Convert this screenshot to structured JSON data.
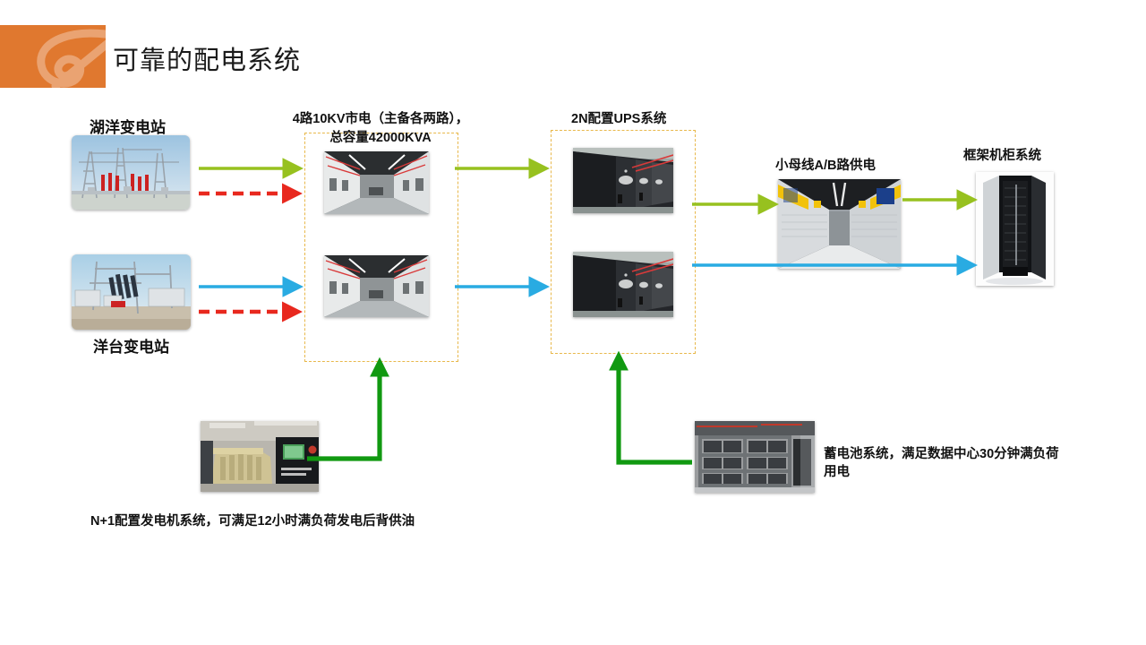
{
  "slide": {
    "title": "可靠的配电系统",
    "accent_color": "#E0782F",
    "background": "#FFFFFF"
  },
  "colors": {
    "arrow_green_yellow": "#97C11F",
    "arrow_cyan": "#29ABE2",
    "arrow_red_dashed": "#E8281E",
    "arrow_dark_green": "#119911",
    "dashed_box": "#E8B84B",
    "title_text": "#1A1A1A"
  },
  "labels": {
    "substation_1": "湖洋变电站",
    "substation_2": "洋台变电站",
    "utility_line_1": "4路10KV市电（主备各两路），",
    "utility_line_2": "总容量42000KVA",
    "ups": "2N配置UPS系统",
    "busbar": "小母线A/B路供电",
    "rack": "框架机柜系统",
    "generator_caption": "N+1配置发电机系统，可满足12小时满负荷发电后背供油",
    "battery_caption_line_1": "蓄电池系统，满足数据中心30分钟满负荷",
    "battery_caption_line_2": "用电"
  },
  "photos": {
    "substation_1": "substation-photo-huyang",
    "substation_2": "substation-photo-yangtai",
    "switchgear_a": "switchgear-room-photo-a",
    "switchgear_b": "switchgear-room-photo-b",
    "ups_a": "ups-cabinets-photo-a",
    "ups_b": "ups-cabinets-photo-b",
    "busbar": "busbar-aisle-photo",
    "rack": "server-rack-photo",
    "generator": "diesel-generator-photo",
    "battery": "battery-racks-photo"
  },
  "flows": [
    {
      "name": "sub1-to-switchgear-main",
      "style": "solid",
      "color": "#97C11F"
    },
    {
      "name": "sub1-to-switchgear-backup",
      "style": "dashed",
      "color": "#E8281E"
    },
    {
      "name": "sub2-to-switchgear-main",
      "style": "solid",
      "color": "#29ABE2"
    },
    {
      "name": "sub2-to-switchgear-backup",
      "style": "dashed",
      "color": "#E8281E"
    },
    {
      "name": "switchgear-to-ups-a",
      "style": "solid",
      "color": "#97C11F"
    },
    {
      "name": "switchgear-to-ups-b",
      "style": "solid",
      "color": "#29ABE2"
    },
    {
      "name": "ups-to-busbar-a",
      "style": "solid",
      "color": "#97C11F"
    },
    {
      "name": "ups-to-rack-b",
      "style": "solid",
      "color": "#29ABE2"
    },
    {
      "name": "busbar-to-rack-a",
      "style": "solid",
      "color": "#97C11F"
    },
    {
      "name": "generator-to-switchgear",
      "style": "elbow",
      "color": "#119911"
    },
    {
      "name": "battery-to-ups",
      "style": "elbow",
      "color": "#119911"
    }
  ]
}
